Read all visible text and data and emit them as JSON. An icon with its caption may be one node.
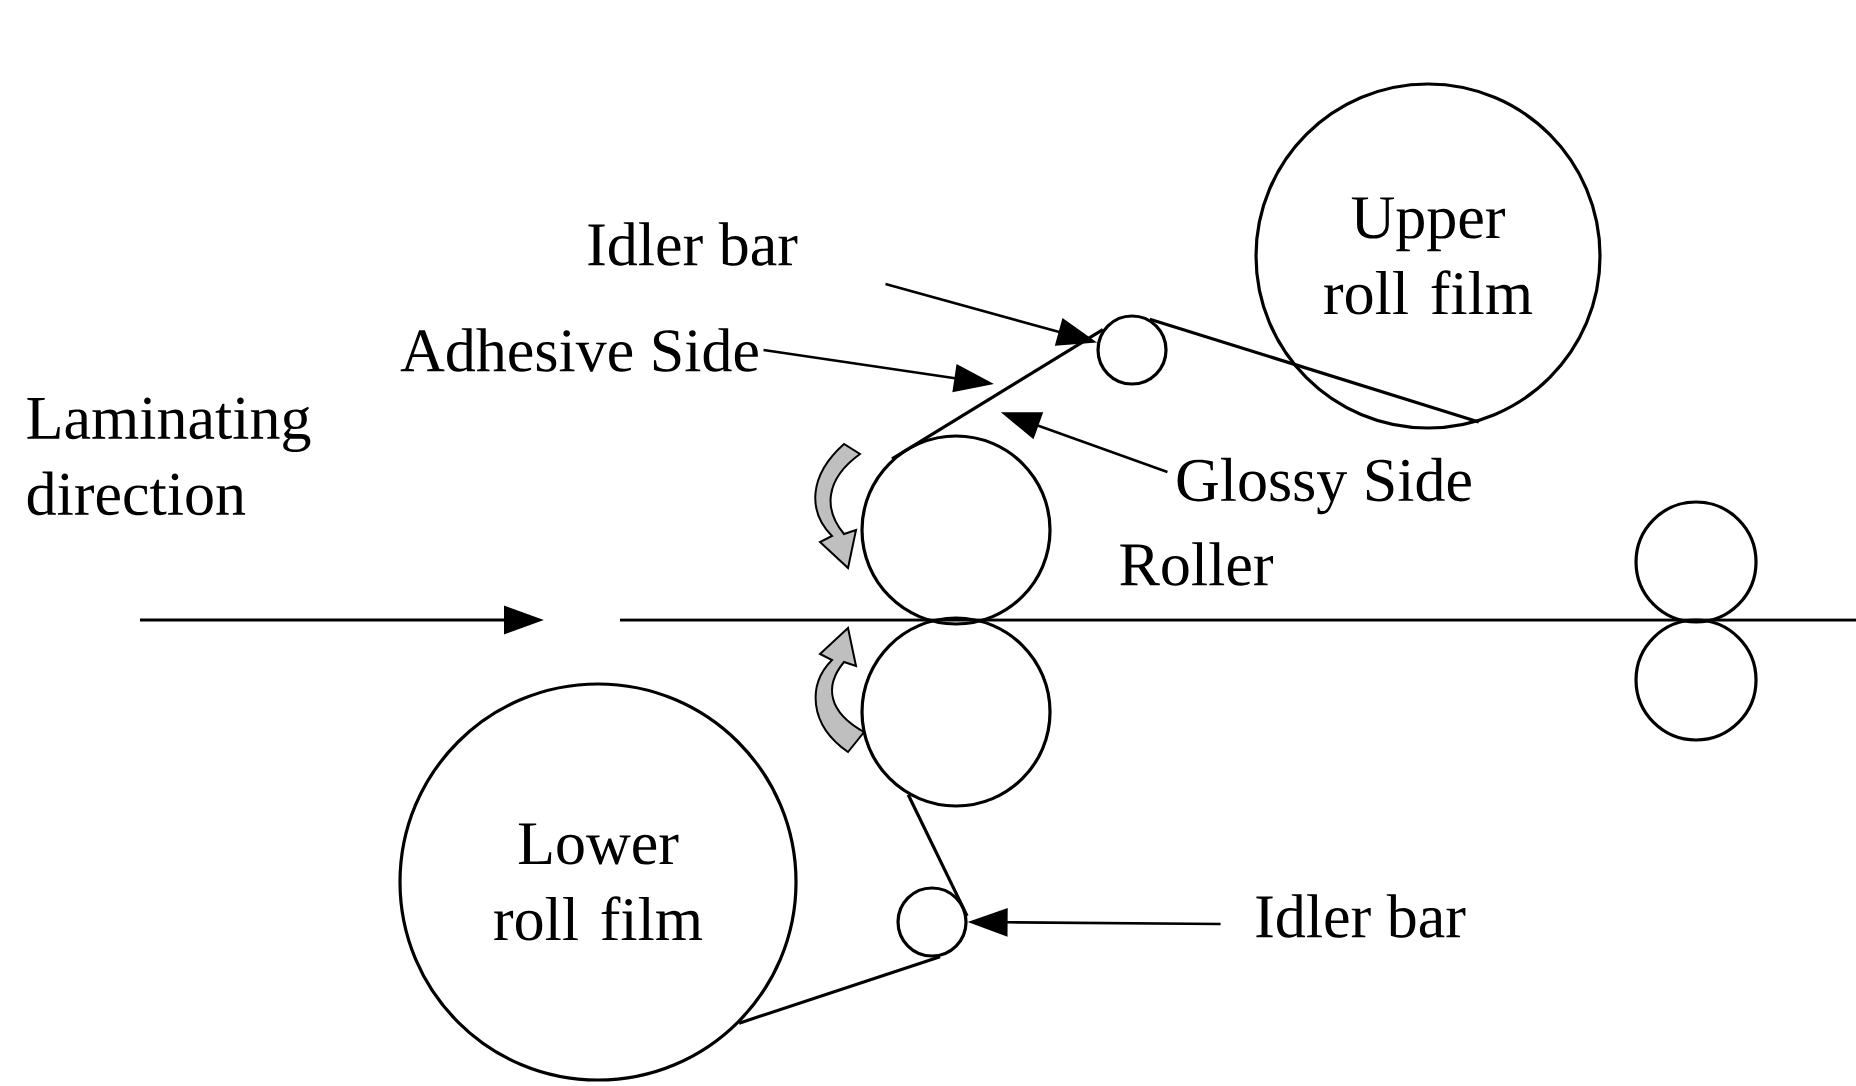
{
  "diagram": {
    "nodes": [
      {
        "text": [
          "Upper roll film"
        ]
      },
      {
        "text": [
          "Lower roll film"
        ]
      },
      {
        "text": [],
        "shape": "circle"
      },
      {
        "text": [],
        "shape": "circle"
      },
      {
        "text": [],
        "shape": "circle"
      },
      {
        "text": [],
        "shape": "circle"
      },
      {
        "text": [],
        "shape": "circle"
      },
      {
        "text": [],
        "shape": "circle"
      },
      {
        "text": [
          "Idler bar"
        ]
      },
      {
        "text": [
          "Adhesive Side"
        ]
      },
      {
        "text": [
          "Glossy Side"
        ]
      },
      {
        "text": [
          "Idler bar"
        ]
      }
    ],
    "edges": [
      {
        "from": 0,
        "to": 2,
        "arrow": "none"
      },
      {
        "from": 2,
        "to": 4,
        "arrow": "none"
      },
      {
        "from": 5,
        "to": 3,
        "arrow": "none"
      },
      {
        "from": 3,
        "to": 1,
        "arrow": "none"
      },
      {
        "from": 8,
        "to": 2,
        "arrow": "to"
      },
      {
        "from": 9,
        "to": null,
        "arrow": "to"
      },
      {
        "from": 10,
        "to": 4,
        "arrow": "to"
      },
      {
        "from": 11,
        "to": 3,
        "arrow": "to"
      }
    ],
    "labels": [
      "Laminating direction",
      "Roller"
    ]
  }
}
